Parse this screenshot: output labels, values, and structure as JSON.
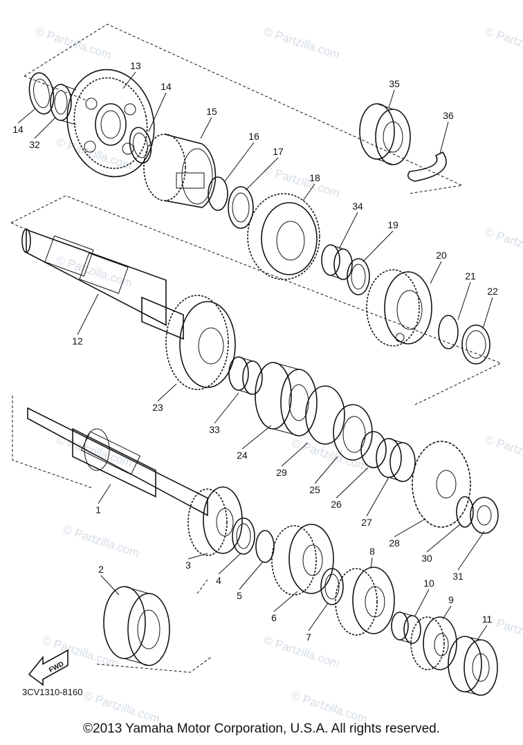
{
  "watermark": {
    "text": "© Partzilla.com",
    "color": "#d6dde6"
  },
  "parts": [
    {
      "key": "p1",
      "label": "1"
    },
    {
      "key": "p2",
      "label": "2"
    },
    {
      "key": "p3",
      "label": "3"
    },
    {
      "key": "p4",
      "label": "4"
    },
    {
      "key": "p5",
      "label": "5"
    },
    {
      "key": "p6",
      "label": "6"
    },
    {
      "key": "p7",
      "label": "7"
    },
    {
      "key": "p8",
      "label": "8"
    },
    {
      "key": "p9",
      "label": "9"
    },
    {
      "key": "p10",
      "label": "10"
    },
    {
      "key": "p11",
      "label": "11"
    },
    {
      "key": "p12",
      "label": "12"
    },
    {
      "key": "p13",
      "label": "13"
    },
    {
      "key": "p14a",
      "label": "14"
    },
    {
      "key": "p14b",
      "label": "14"
    },
    {
      "key": "p15",
      "label": "15"
    },
    {
      "key": "p16",
      "label": "16"
    },
    {
      "key": "p17",
      "label": "17"
    },
    {
      "key": "p18",
      "label": "18"
    },
    {
      "key": "p19",
      "label": "19"
    },
    {
      "key": "p20",
      "label": "20"
    },
    {
      "key": "p21",
      "label": "21"
    },
    {
      "key": "p22",
      "label": "22"
    },
    {
      "key": "p23",
      "label": "23"
    },
    {
      "key": "p24",
      "label": "24"
    },
    {
      "key": "p25",
      "label": "25"
    },
    {
      "key": "p26",
      "label": "26"
    },
    {
      "key": "p27",
      "label": "27"
    },
    {
      "key": "p28",
      "label": "28"
    },
    {
      "key": "p29",
      "label": "29"
    },
    {
      "key": "p30",
      "label": "30"
    },
    {
      "key": "p31",
      "label": "31"
    },
    {
      "key": "p32",
      "label": "32"
    },
    {
      "key": "p33",
      "label": "33"
    },
    {
      "key": "p34",
      "label": "34"
    },
    {
      "key": "p35",
      "label": "35"
    },
    {
      "key": "p36",
      "label": "36"
    }
  ],
  "direction_label": "FWD",
  "diagram_code": "3CV1310-8160",
  "copyright": "©2013  Yamaha Motor Corporation, U.S.A. All rights reserved."
}
